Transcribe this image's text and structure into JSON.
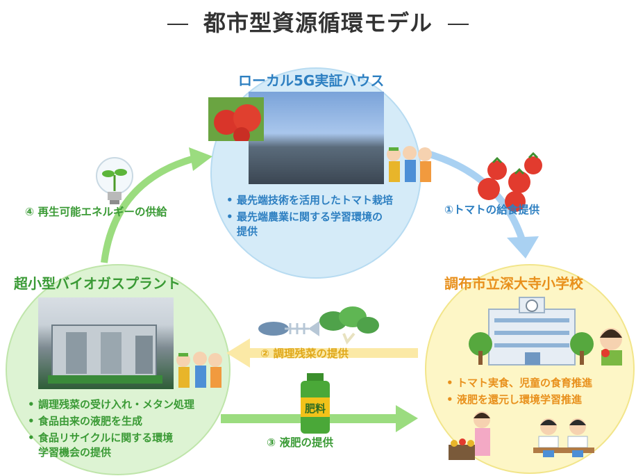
{
  "title": "都市型資源循環モデル",
  "house": {
    "name": "ローカル5G実証ハウス",
    "bullets": [
      "最先端技術を活用したトマト栽培",
      "最先端農業に関する学習環境の提供"
    ]
  },
  "plant": {
    "name": "超小型バイオガスプラント",
    "bullets": [
      "調理残菜の受け入れ・メタン処理",
      "食品由来の液肥を生成",
      "食品リサイクルに関する環境学習機会の提供"
    ]
  },
  "school": {
    "name": "調布市立深大寺小学校",
    "bullets": [
      "トマト実食、児童の食育推進",
      "液肥を還元し環境学習推進"
    ]
  },
  "flows": {
    "f1": "①トマトの給食提供",
    "f2": "② 調理残菜の提供",
    "f3": "③ 液肥の提供",
    "f4": "④ 再生可能エネルギーの供給"
  },
  "fertilizer_label": "肥料",
  "colors": {
    "house_blue": "#2d7fc1",
    "plant_green": "#3a9a35",
    "school_orange": "#e8901c",
    "arrow_blue": "#a9d1f2",
    "arrow_green": "#9bdc7f",
    "arrow_yellow": "#fbe9a6"
  }
}
